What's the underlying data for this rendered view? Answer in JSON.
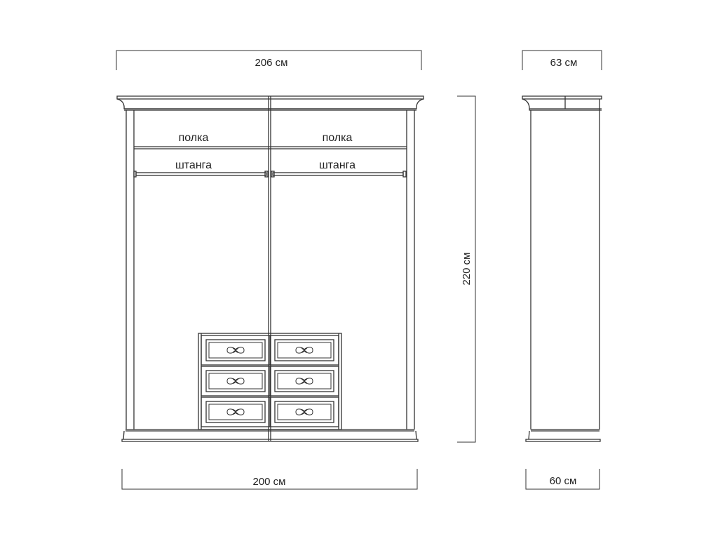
{
  "dimensions": {
    "top_width": "206 см",
    "bottom_width": "200 см",
    "height": "220 см",
    "side_top_depth": "63 см",
    "side_bottom_depth": "60 см"
  },
  "labels": {
    "shelf_left": "полка",
    "shelf_right": "полка",
    "rod_left": "штанга",
    "rod_right": "штанга"
  }
}
